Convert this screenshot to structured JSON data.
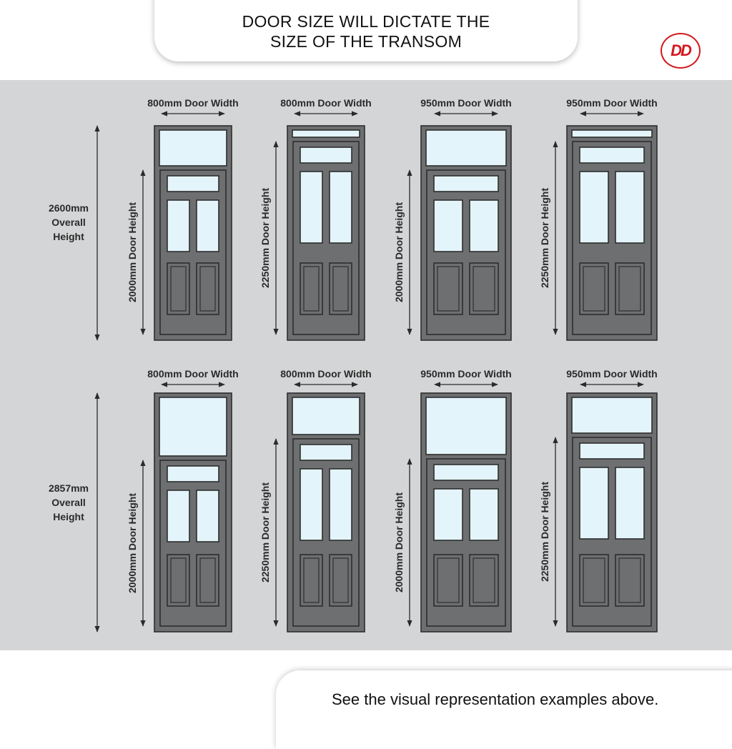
{
  "header": {
    "title_line1": "DOOR SIZE WILL DICTATE THE",
    "title_line2": "SIZE OF THE TRANSOM"
  },
  "logo": {
    "text": "DD",
    "brand_color": "#d3181f"
  },
  "rows": [
    {
      "overall_lines": [
        "2600mm",
        "Overall",
        "Height"
      ],
      "doors": [
        {
          "width_label": "800mm Door Width",
          "height_label": "2000mm Door Height"
        },
        {
          "width_label": "800mm Door Width",
          "height_label": "2250mm Door Height"
        },
        {
          "width_label": "950mm Door Width",
          "height_label": "2000mm Door Height"
        },
        {
          "width_label": "950mm Door Width",
          "height_label": "2250mm Door Height"
        }
      ]
    },
    {
      "overall_lines": [
        "2857mm",
        "Overall",
        "Height"
      ],
      "doors": [
        {
          "width_label": "800mm Door Width",
          "height_label": "2000mm Door Height"
        },
        {
          "width_label": "800mm Door Width",
          "height_label": "2250mm Door Height"
        },
        {
          "width_label": "950mm Door Width",
          "height_label": "2000mm Door Height"
        },
        {
          "width_label": "950mm Door Width",
          "height_label": "2250mm Door Height"
        }
      ]
    }
  ],
  "footer": {
    "caption": "See the visual representation examples above."
  },
  "colors": {
    "frame": "#6e6f71",
    "frame_stroke": "#2e2e2e",
    "glass": "#e4f4fb",
    "background": "#d4d5d6"
  }
}
